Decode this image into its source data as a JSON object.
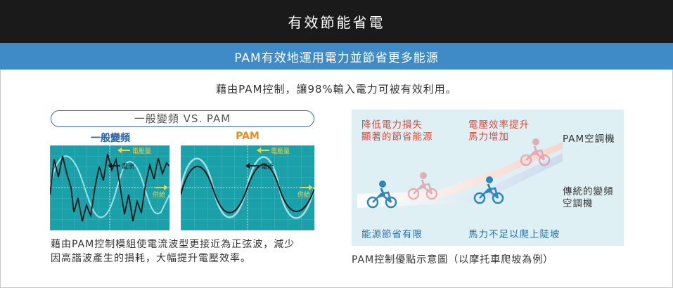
{
  "header": {
    "title": "有效節能省電",
    "subtitle": "PAM有效地運用電力並節省更多能源"
  },
  "intro": "藉由PAM控制，讓98%輸入電力可被有效利用。",
  "comparison": {
    "pill_title": "一般變頻 VS. PAM",
    "normal_label": "一般變頻",
    "pam_label": "PAM",
    "legend_voltage": "電壓量",
    "legend_current": "電流",
    "legend_supply": "供給",
    "caption_line1": "藉由PAM控制模組使電流波型更接近為正弦波，減少",
    "caption_line2": "因高諧波產生的損耗，大幅提升電壓效率。"
  },
  "diagram": {
    "top_left_line1": "降低電力損失",
    "top_left_line2": "顯著的節省能源",
    "top_mid_line1": "電壓效率提升",
    "top_mid_line2": "馬力增加",
    "pam_ac": "PAM空調機",
    "traditional_line1": "傳統的變頻",
    "traditional_line2": "空調機",
    "bottom_left": "能源節省有限",
    "bottom_mid": "馬力不足以爬上陡坡",
    "caption": "PAM控制優點示意圖（以摩托車爬坡為例）"
  },
  "colors": {
    "header_bg": "#1a1a1a",
    "accent_blue": "#3e8bc8",
    "scope_bg": "#1aa0a8",
    "pam_orange": "#ef8a1f",
    "highlight_red": "#e0473c",
    "diagram_bg": "#dff0f4"
  },
  "icons": {
    "motorcycle": "motorcycle-icon",
    "arrow": "arrow-left-icon"
  }
}
